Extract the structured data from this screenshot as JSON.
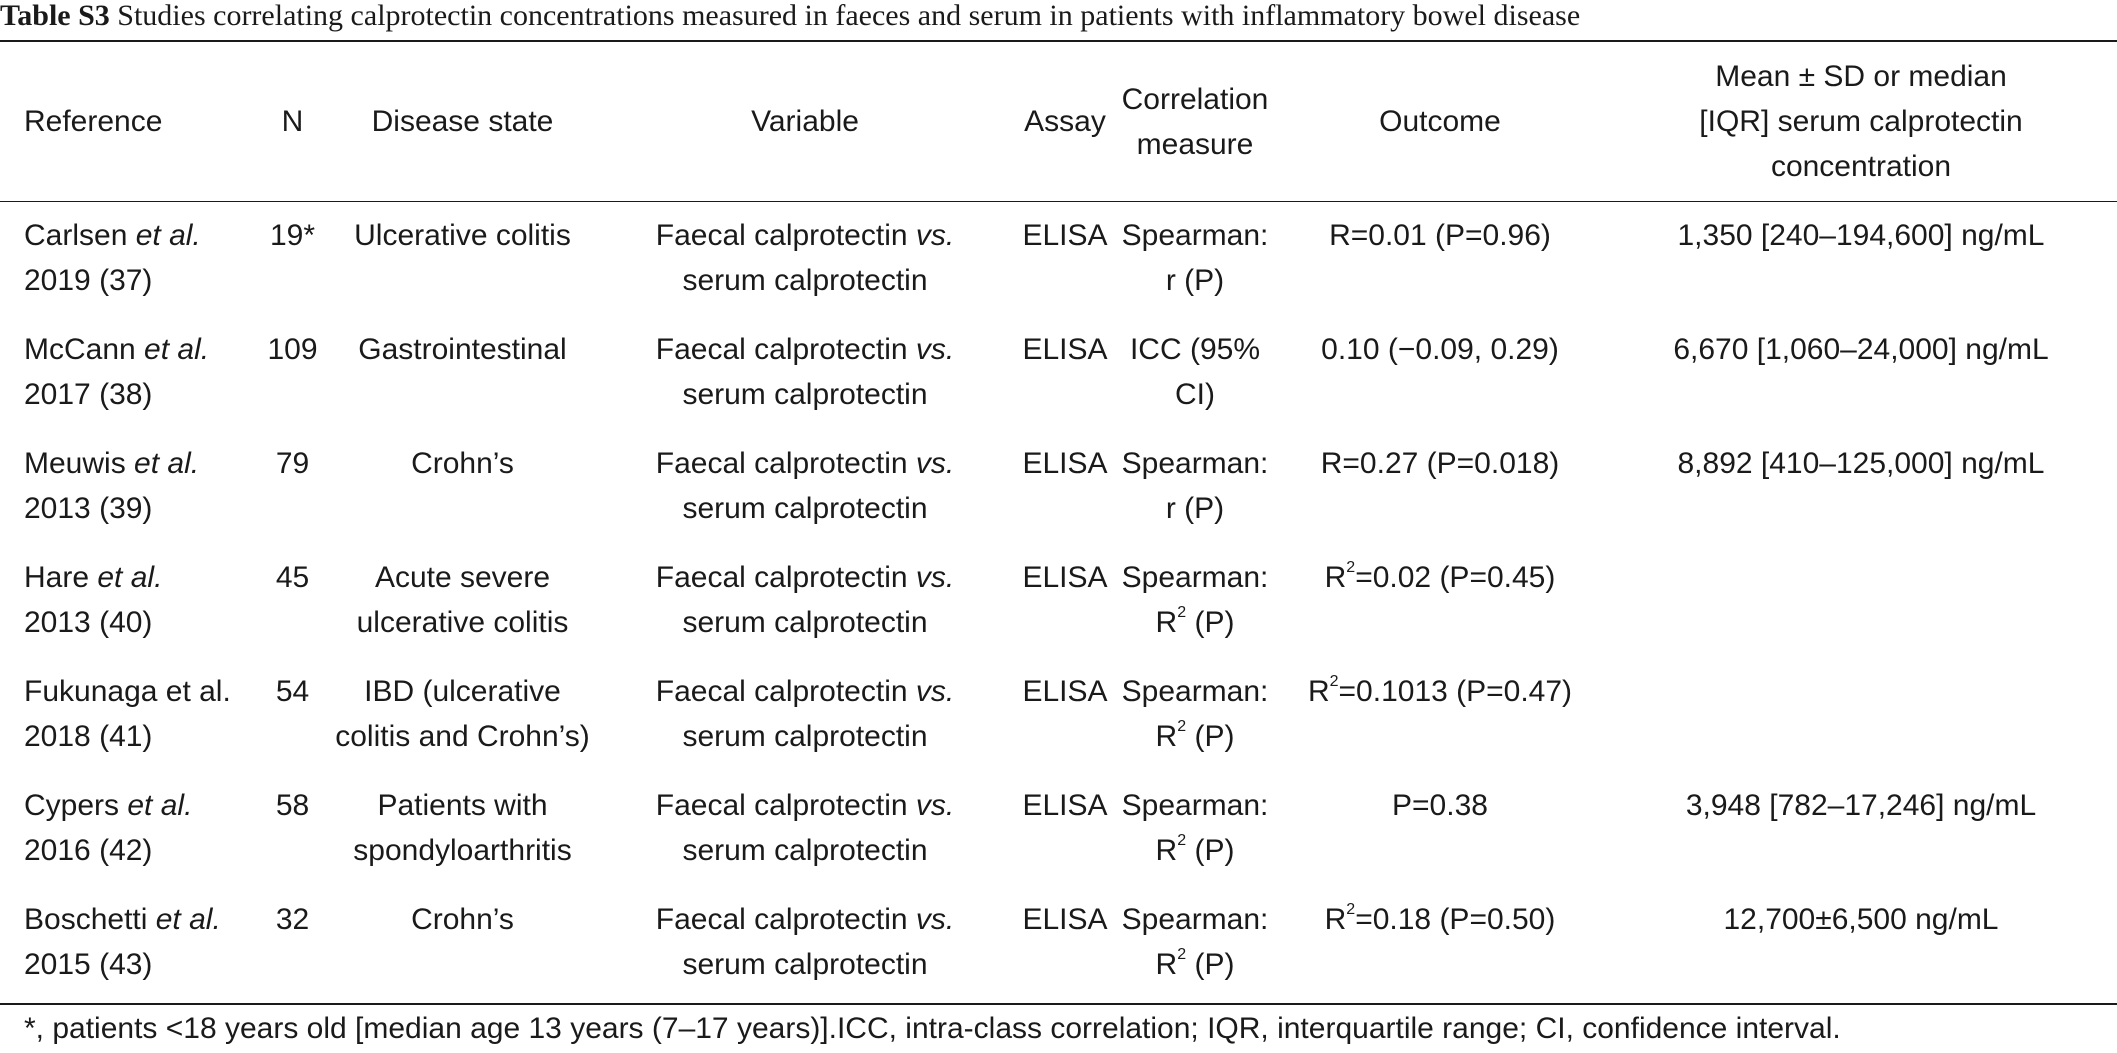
{
  "caption": {
    "label": "Table S3",
    "text": " Studies correlating calprotectin concentrations measured in faeces and serum in patients with inflammatory bowel disease"
  },
  "headers": {
    "reference": "Reference",
    "n": "N",
    "disease_state": "Disease state",
    "variable": "Variable",
    "assay": "Assay",
    "correlation_line1": "Correlation",
    "correlation_line2": "measure",
    "outcome": "Outcome",
    "serum_line1": "Mean ± SD or median",
    "serum_line2": "[IQR] serum calprotectin",
    "serum_line3": "concentration"
  },
  "rows": [
    {
      "ref_author": "Carlsen ",
      "ref_etal": "et al.",
      "ref_year": "2019 (37)",
      "n": "19*",
      "disease_line1": "Ulcerative colitis",
      "disease_line2": "",
      "variable_a": "Faecal calprotectin ",
      "variable_vs": "vs.",
      "variable_b": "serum calprotectin",
      "assay": "ELISA",
      "corr_line1": "Spearman:",
      "corr_line2": "r (P)",
      "corr_sup": "",
      "corr_line2_tail": "",
      "outcome_pre": "R=0.01 (P=0.96)",
      "outcome_sup": "",
      "outcome_post": "",
      "serum": "1,350 [240–194,600] ng/mL"
    },
    {
      "ref_author": "McCann ",
      "ref_etal": "et al.",
      "ref_year": "2017 (38)",
      "n": "109",
      "disease_line1": "Gastrointestinal",
      "disease_line2": "",
      "variable_a": "Faecal calprotectin ",
      "variable_vs": "vs.",
      "variable_b": "serum calprotectin",
      "assay": "ELISA",
      "corr_line1": "ICC (95%",
      "corr_line2": "CI)",
      "corr_sup": "",
      "corr_line2_tail": "",
      "outcome_pre": "0.10 (−0.09, 0.29)",
      "outcome_sup": "",
      "outcome_post": "",
      "serum": "6,670 [1,060–24,000] ng/mL"
    },
    {
      "ref_author": "Meuwis ",
      "ref_etal": "et al.",
      "ref_year": "2013 (39)",
      "n": "79",
      "disease_line1": "Crohn’s",
      "disease_line2": "",
      "variable_a": "Faecal calprotectin ",
      "variable_vs": "vs.",
      "variable_b": "serum calprotectin",
      "assay": "ELISA",
      "corr_line1": "Spearman:",
      "corr_line2": "r (P)",
      "corr_sup": "",
      "corr_line2_tail": "",
      "outcome_pre": "R=0.27 (P=0.018)",
      "outcome_sup": "",
      "outcome_post": "",
      "serum": "8,892 [410–125,000] ng/mL"
    },
    {
      "ref_author": "Hare ",
      "ref_etal": "et al.",
      "ref_year": "2013 (40)",
      "n": "45",
      "disease_line1": "Acute severe",
      "disease_line2": "ulcerative colitis",
      "variable_a": "Faecal calprotectin ",
      "variable_vs": "vs.",
      "variable_b": "serum calprotectin",
      "assay": "ELISA",
      "corr_line1": "Spearman:",
      "corr_line2": "R",
      "corr_sup": "2",
      "corr_line2_tail": " (P)",
      "outcome_pre": "R",
      "outcome_sup": "2",
      "outcome_post": "=0.02 (P=0.45)",
      "serum": ""
    },
    {
      "ref_author": "Fukunaga et al.",
      "ref_etal": "",
      "ref_year": "2018 (41)",
      "n": "54",
      "disease_line1": "IBD (ulcerative",
      "disease_line2": "colitis and Crohn’s)",
      "variable_a": "Faecal calprotectin ",
      "variable_vs": "vs.",
      "variable_b": "serum calprotectin",
      "assay": "ELISA",
      "corr_line1": "Spearman:",
      "corr_line2": "R",
      "corr_sup": "2",
      "corr_line2_tail": " (P)",
      "outcome_pre": "R",
      "outcome_sup": "2",
      "outcome_post": "=0.1013 (P=0.47)",
      "serum": ""
    },
    {
      "ref_author": "Cypers ",
      "ref_etal": "et al.",
      "ref_year": "2016 (42)",
      "n": "58",
      "disease_line1": "Patients with",
      "disease_line2": "spondyloarthritis",
      "variable_a": "Faecal calprotectin ",
      "variable_vs": "vs.",
      "variable_b": "serum calprotectin",
      "assay": "ELISA",
      "corr_line1": "Spearman:",
      "corr_line2": "R",
      "corr_sup": "2",
      "corr_line2_tail": " (P)",
      "outcome_pre": "P=0.38",
      "outcome_sup": "",
      "outcome_post": "",
      "serum": "3,948 [782–17,246] ng/mL"
    },
    {
      "ref_author": "Boschetti ",
      "ref_etal": "et al.",
      "ref_year": "2015 (43)",
      "n": "32",
      "disease_line1": "Crohn’s",
      "disease_line2": "",
      "variable_a": "Faecal calprotectin ",
      "variable_vs": "vs.",
      "variable_b": "serum calprotectin",
      "assay": "ELISA",
      "corr_line1": "Spearman:",
      "corr_line2": "R",
      "corr_sup": "2",
      "corr_line2_tail": " (P)",
      "outcome_pre": "R",
      "outcome_sup": "2",
      "outcome_post": "=0.18 (P=0.50)",
      "serum": "12,700±6,500 ng/mL"
    }
  ],
  "footnote": "*, patients <18 years old [median age 13 years (7–17 years)].ICC, intra-class correlation; IQR, interquartile range; CI, confidence interval."
}
